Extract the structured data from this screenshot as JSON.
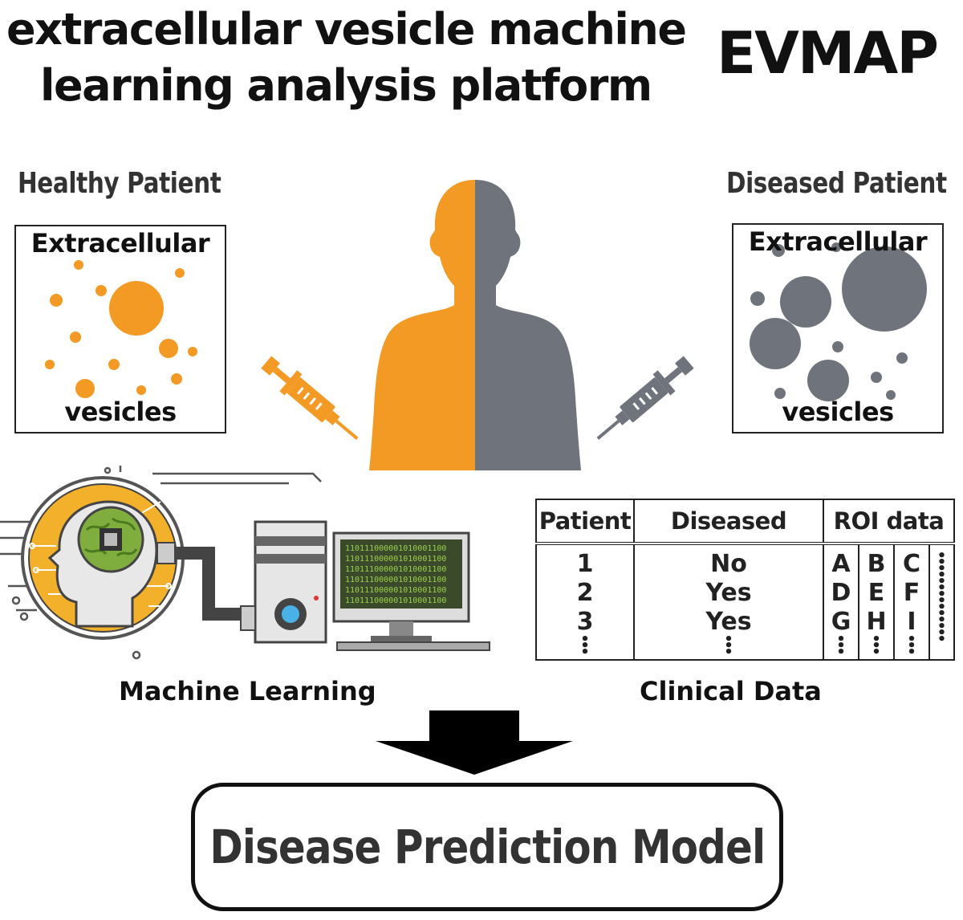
{
  "title_line1": "extracellular vesicle machine",
  "title_line2": "learning analysis platform",
  "acronym": "EVMAP",
  "healthy": {
    "heading": "Healthy Patient",
    "top_label": "Extracellular",
    "bottom_label": "vesicles",
    "color": "#f39a25"
  },
  "diseased": {
    "heading": "Diseased Patient",
    "top_label": "Extracellular",
    "bottom_label": "vesicles",
    "color": "#6f737b"
  },
  "ml_caption": "Machine Learning",
  "clinical_caption": "Clinical Data",
  "ml_screen_rows": [
    "110111000001010001100",
    "110111000001010001100",
    "110111000001010001100",
    "110111000001010001100",
    "110111000001010001100",
    "110111000001010001100"
  ],
  "table": {
    "headers": [
      "Patient",
      "Diseased",
      "ROI data"
    ],
    "patients": [
      "1",
      "2",
      "3"
    ],
    "diseased": [
      "No",
      "Yes",
      "Yes"
    ],
    "roi_columns": [
      [
        "A",
        "D",
        "G"
      ],
      [
        "B",
        "E",
        "H"
      ],
      [
        "C",
        "F",
        "I"
      ],
      [
        "",
        "",
        ""
      ]
    ]
  },
  "model_label": "Disease Prediction Model",
  "icons": [
    "human-silhouette-icon",
    "syringe-icon",
    "brain-chip-icon",
    "computer-tower-icon",
    "monitor-icon",
    "down-arrow-icon"
  ]
}
